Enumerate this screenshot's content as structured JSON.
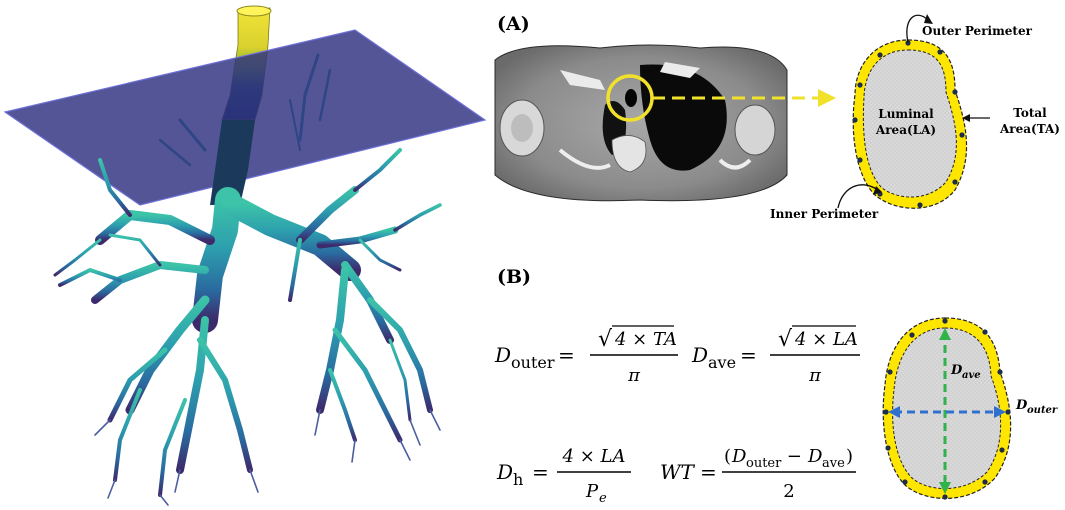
{
  "panel_a": {
    "label": "(A)",
    "annotations": {
      "outer_perimeter": "Outer Perimeter",
      "inner_perimeter": "Inner Perimeter",
      "luminal_area_line1": "Luminal",
      "luminal_area_line2": "Area(LA)",
      "total_area_line1": "Total",
      "total_area_line2": "Area(TA)"
    }
  },
  "panel_b": {
    "label": "(B)",
    "formulas": {
      "d_outer": {
        "lhs_base": "D",
        "lhs_sub": "outer",
        "numerator": "4 × TA",
        "denominator": "π"
      },
      "d_ave": {
        "lhs_base": "D",
        "lhs_sub": "ave",
        "numerator": "4 × LA",
        "denominator": "π"
      },
      "d_h": {
        "lhs_base": "D",
        "lhs_sub": "h",
        "numerator": "4 × LA",
        "denominator_base": "P",
        "denominator_sub": "e"
      },
      "wt": {
        "lhs": "WT",
        "numerator_d1_base": "D",
        "numerator_d1_sub": "outer",
        "numerator_minus": " − ",
        "numerator_d2_base": "D",
        "numerator_d2_sub": "ave",
        "denominator": "2"
      }
    },
    "diagram_labels": {
      "d_ave_base": "D",
      "d_ave_sub": "ave",
      "d_outer_base": "D",
      "d_outer_sub": "outer"
    }
  },
  "colors": {
    "plane": "#2e2f80",
    "airway_yellow": "#e8d52a",
    "airway_green": "#5aa82f",
    "airway_navy": "#1b3a5b",
    "airway_teal": "#2fb7a6",
    "airway_blue": "#2a76a0",
    "airway_purple": "#3d2a6b",
    "wall_yellow": "#ffe600",
    "arrow_yellow": "#f2e12a",
    "arrow_green": "#2fb34a",
    "arrow_blue": "#2f6fd0",
    "dot": "#1d2d4a"
  }
}
